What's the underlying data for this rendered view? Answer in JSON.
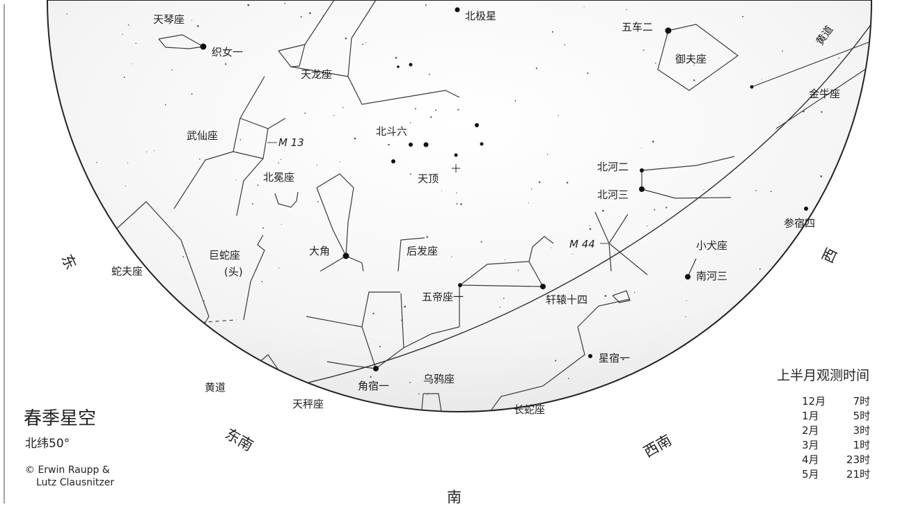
{
  "title": "春季星空",
  "latitude": "北纬50°",
  "copyright": [
    "© Erwin Raupp &",
    "Lutz Clausnitzer"
  ],
  "directions": {
    "east": "东",
    "southeast": "东南",
    "south": "南",
    "southwest": "西南",
    "west": "西"
  },
  "ecliptic_labels": [
    "黄道",
    "黄道"
  ],
  "constellations": [
    "天琴座",
    "天龙座",
    "武仙座",
    "北冕座",
    "蛇夫座",
    "巨蛇座",
    "(头)",
    "后发座",
    "天秤座",
    "乌鸦座",
    "长蛇座",
    "御夫座",
    "金牛座",
    "小犬座"
  ],
  "stars": [
    "织女一",
    "北极星",
    "五车二",
    "北斗六",
    "天顶",
    "大角",
    "五帝座一",
    "轩辕十四",
    "角宿一",
    "星宿一",
    "北河二",
    "北河三",
    "参宿四",
    "南河三"
  ],
  "deep_sky": [
    "M 13",
    "M 44"
  ],
  "observation": {
    "heading": "上半月观测时间",
    "rows": [
      {
        "month": "12月",
        "time": "7时"
      },
      {
        "month": "1月",
        "time": "5时"
      },
      {
        "month": "2月",
        "time": "3时"
      },
      {
        "month": "3月",
        "time": "1时"
      },
      {
        "month": "4月",
        "time": "23时"
      },
      {
        "month": "5月",
        "time": "21时"
      }
    ]
  }
}
